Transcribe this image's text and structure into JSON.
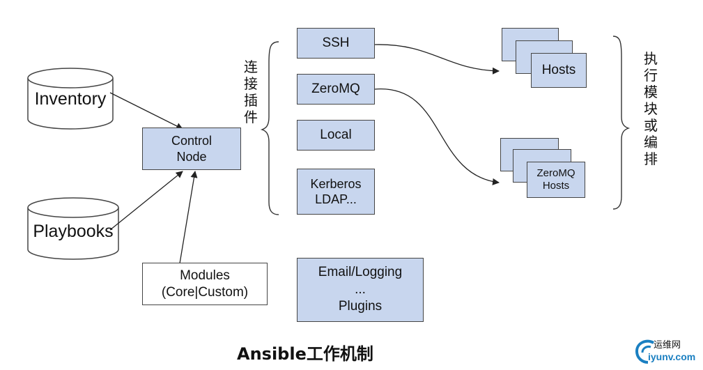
{
  "diagram": {
    "title": "Ansible工作机制",
    "inventory_label": "Inventory",
    "playbooks_label": "Playbooks",
    "control_node_label": "Control\nNode",
    "modules_label": "Modules\n(Core|Custom)",
    "connection_plugins_label": [
      "连",
      "接",
      "插",
      "件"
    ],
    "execution_label": [
      "执",
      "行",
      "模",
      "块",
      "或",
      "编",
      "排"
    ],
    "connectors": [
      "SSH",
      "ZeroMQ",
      "Local",
      "Kerberos\nLDAP..."
    ],
    "plugins_label": "Email/Logging\n...\nPlugins",
    "hosts_label": "Hosts",
    "zeromq_hosts_label": "ZeroMQ\nHosts"
  },
  "watermark": {
    "text_cn": "运维网",
    "text_url": "iyunv.com"
  },
  "colors": {
    "box_fill": "#c8d6ee",
    "stroke": "#444444",
    "watermark": "#1a7fc1"
  }
}
